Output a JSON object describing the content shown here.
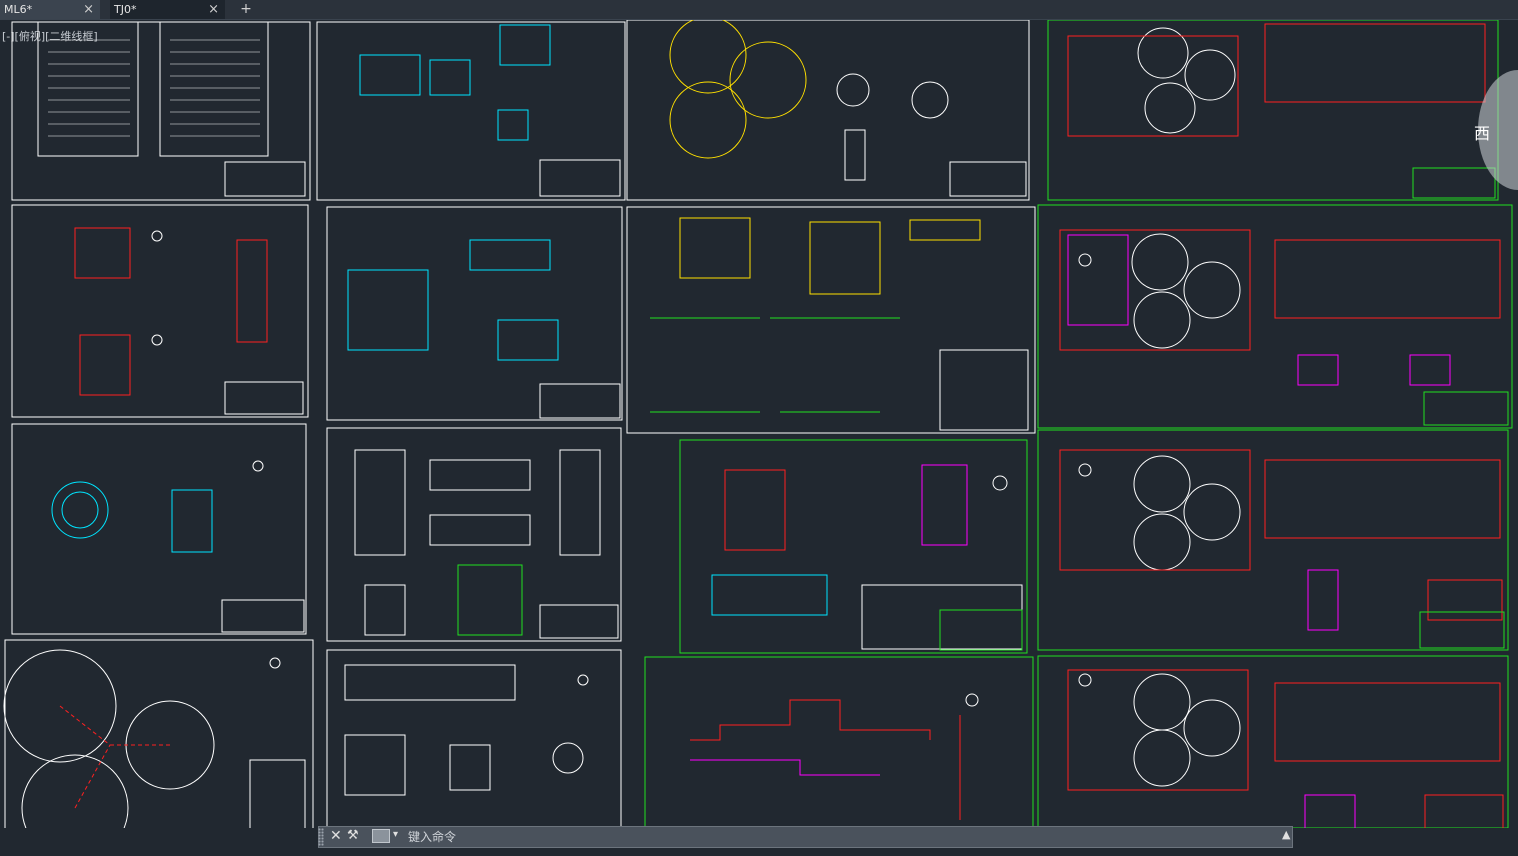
{
  "tabs": [
    {
      "label": "ML6*",
      "close": "×"
    },
    {
      "label": "TJ0*",
      "close": "×"
    }
  ],
  "new_tab": "+",
  "viewport_label": "[-][俯视][二维线框]",
  "navwheel_label": "西",
  "command_line": {
    "placeholder": "键入命令",
    "close": "✕",
    "settings": "⚒",
    "history_caret": "▾",
    "expand": "▲"
  },
  "colors": {
    "canvas_bg": "#212830",
    "sheet_border": "#ffffff",
    "green": "#21e021",
    "red": "#ff2020",
    "cyan": "#00e5ff",
    "magenta": "#ff00ff",
    "yellow": "#ffe000"
  }
}
